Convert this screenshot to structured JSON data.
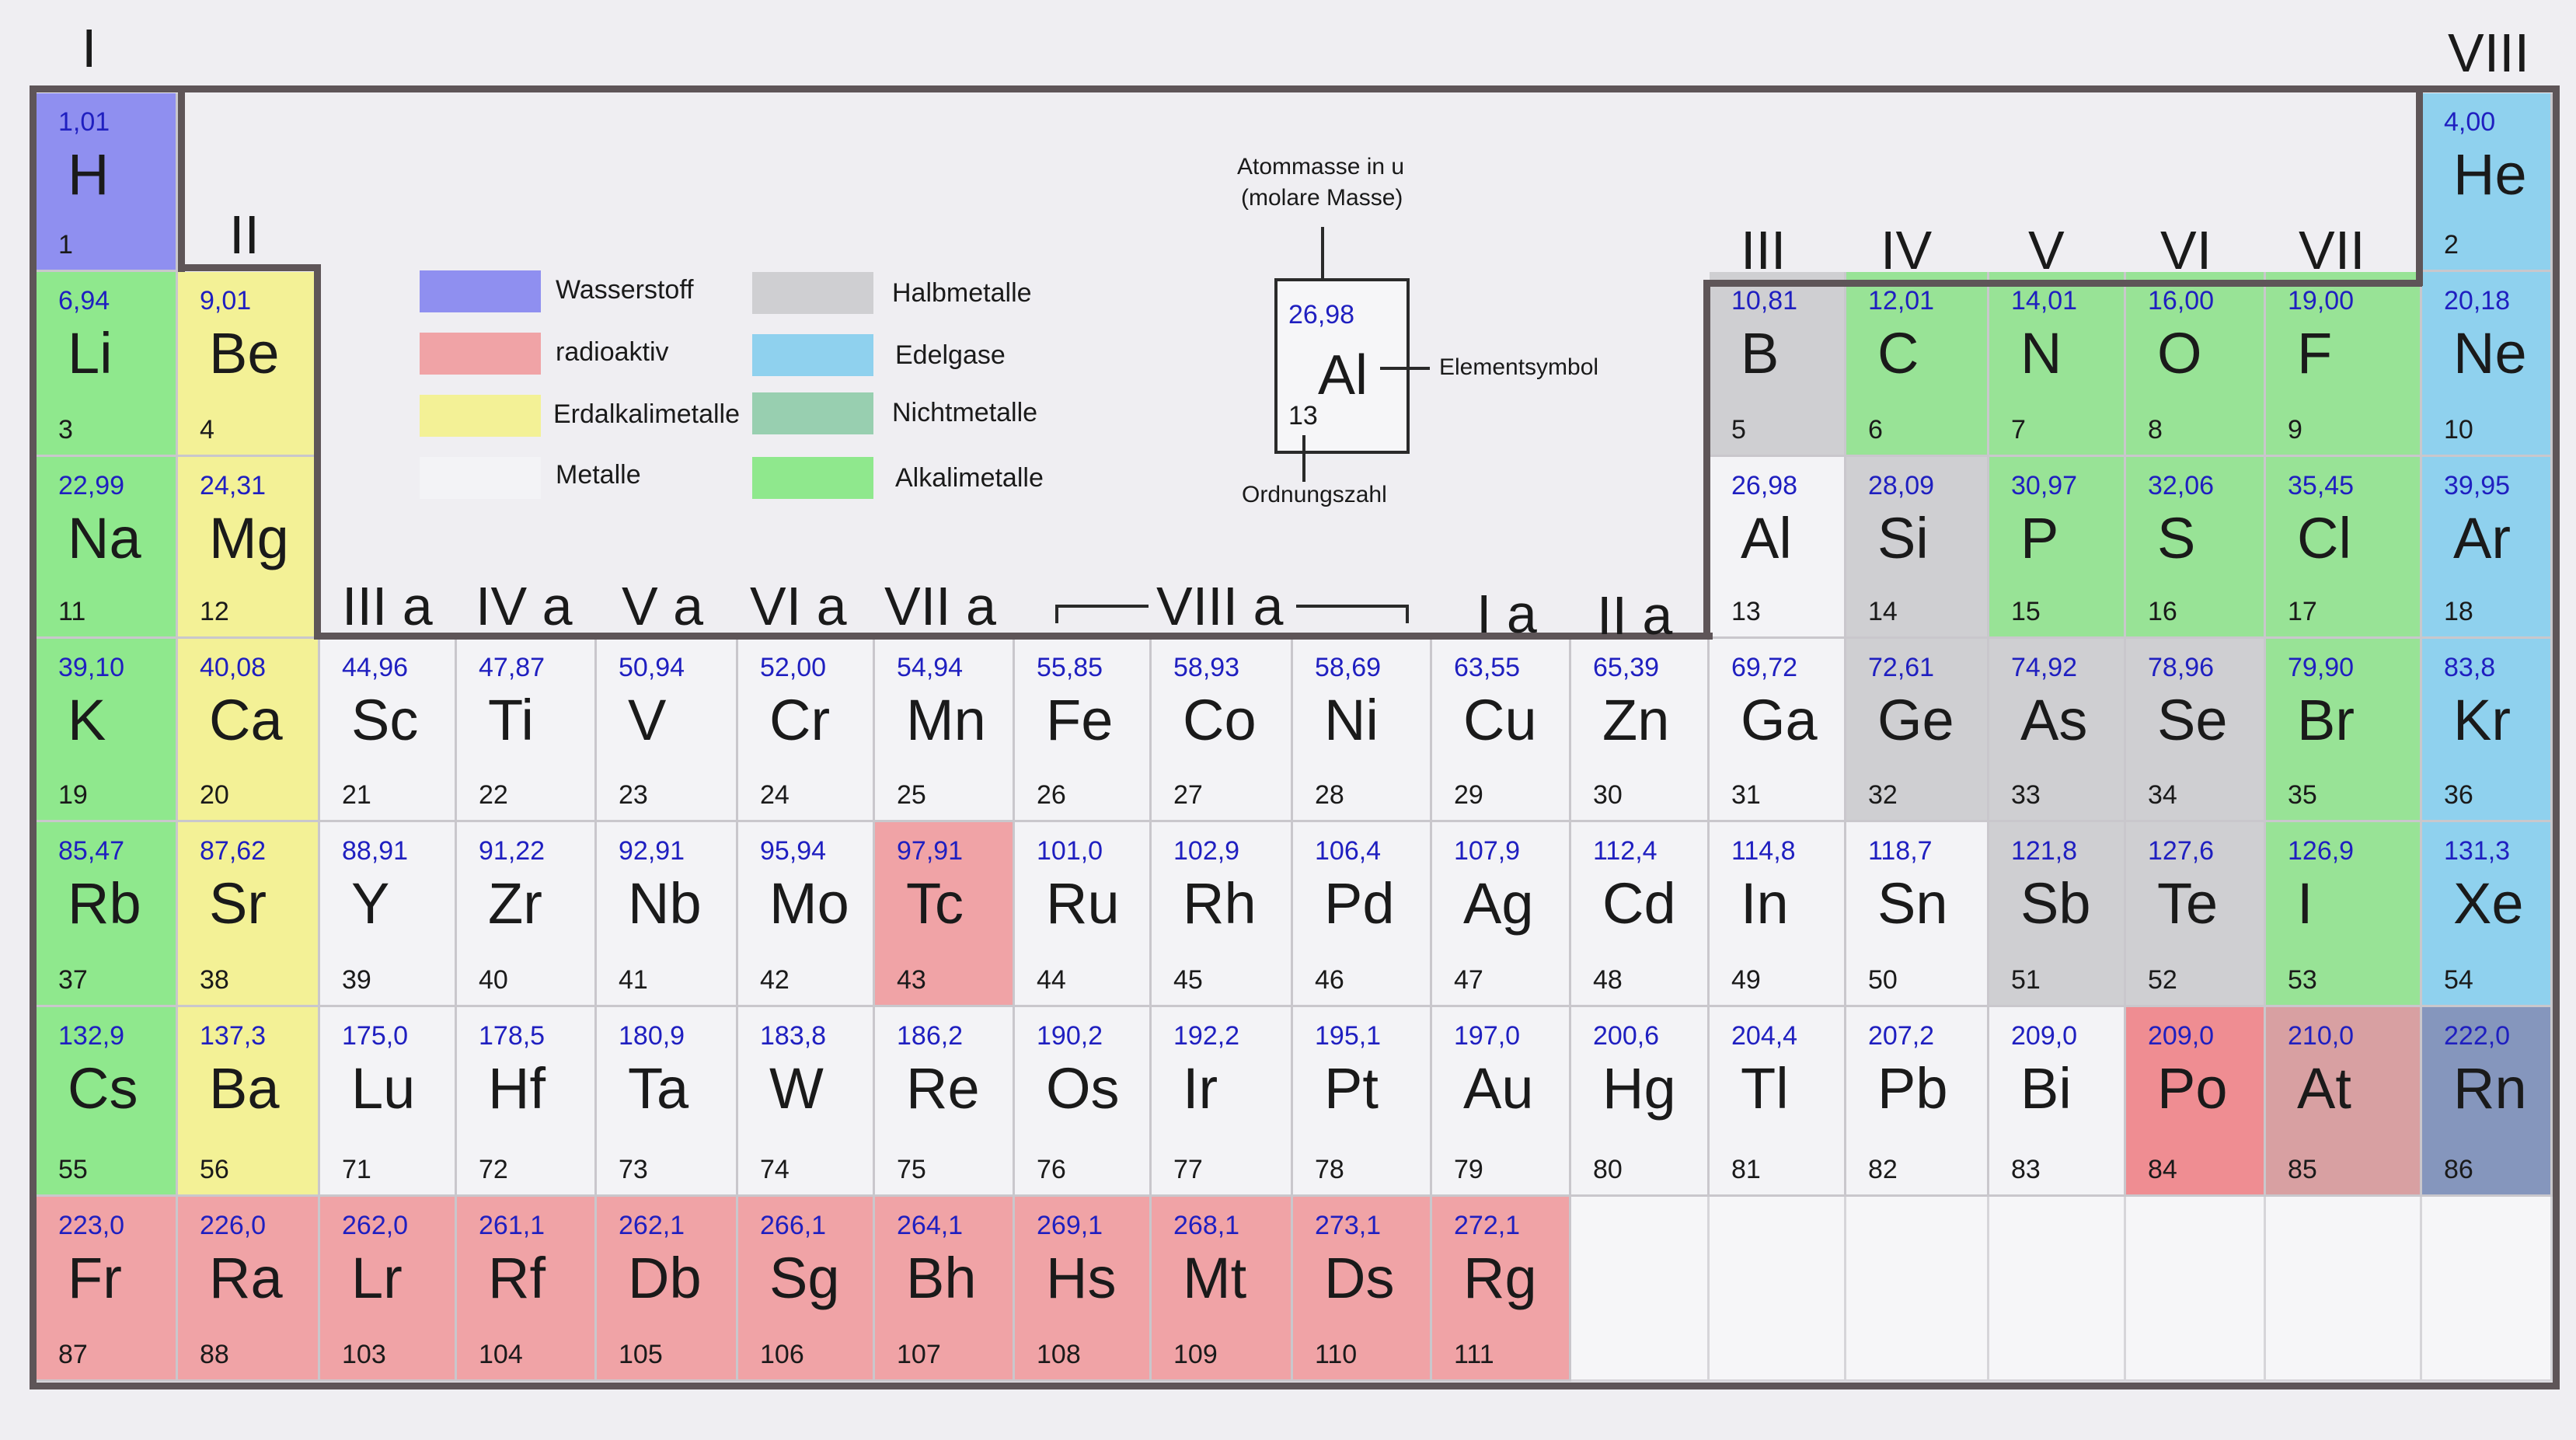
{
  "colors": {
    "Wasserstoff": "#8f8ff0",
    "radioaktiv": "#f0a3a6",
    "Erdalkalimetalle": "#f3f196",
    "Metalle": "#f3f3f6",
    "Halbmetalle": "#cfcfd2",
    "Edelgase": "#8fd1ee",
    "Nichtmetalle": "#98cfb0",
    "Alkalimetalle": "#8fe88d",
    "Nichtmetall_green": "#98e396",
    "Rn": "#8596bd",
    "At": "#d8a0a2",
    "empty": "#f6f6f8"
  },
  "group_labels": {
    "I": "I",
    "VIII": "VIII",
    "II": "II",
    "III": "III",
    "IV": "IV",
    "V": "V",
    "VI": "VI",
    "VII": "VII",
    "IIIa": "III a",
    "IVa": "IV a",
    "Va": "V a",
    "VIa": "VI a",
    "VIIa": "VII a",
    "VIIIa": "VIII a",
    "Ia": "I a",
    "IIa": "II a"
  },
  "legend": [
    {
      "label": "Wasserstoff",
      "color": "#8f8ff0"
    },
    {
      "label": "radioaktiv",
      "color": "#f0a3a6"
    },
    {
      "label": "Erdalkalimetalle",
      "color": "#f3f196"
    },
    {
      "label": "Metalle",
      "color": "#f3f3f6"
    },
    {
      "label": "Halbmetalle",
      "color": "#cfcfd2"
    },
    {
      "label": "Edelgase",
      "color": "#8fd1ee"
    },
    {
      "label": "Nichtmetalle",
      "color": "#98cfb0"
    },
    {
      "label": "Alkalimetalle",
      "color": "#8fe88d"
    }
  ],
  "key": {
    "mass_caption_1": "Atommasse in u",
    "mass_caption_2": "(molare Masse)",
    "mass": "26,98",
    "symbol": "Al",
    "number": "13",
    "symbol_caption": "Elementsymbol",
    "number_caption": "Ordnungszahl"
  },
  "elements": [
    {
      "s": "H",
      "m": "1,01",
      "n": "1",
      "c": "#8f8ff0",
      "r": 0,
      "col": 0
    },
    {
      "s": "He",
      "m": "4,00",
      "n": "2",
      "c": "#8fd1ee",
      "r": 0,
      "col": 17
    },
    {
      "s": "Li",
      "m": "6,94",
      "n": "3",
      "c": "#8fe88d",
      "r": 1,
      "col": 0
    },
    {
      "s": "Be",
      "m": "9,01",
      "n": "4",
      "c": "#f3f196",
      "r": 1,
      "col": 1
    },
    {
      "s": "B",
      "m": "10,81",
      "n": "5",
      "c": "#cfcfd2",
      "r": 1,
      "col": 12
    },
    {
      "s": "C",
      "m": "12,01",
      "n": "6",
      "c": "#98e396",
      "r": 1,
      "col": 13
    },
    {
      "s": "N",
      "m": "14,01",
      "n": "7",
      "c": "#98e396",
      "r": 1,
      "col": 14
    },
    {
      "s": "O",
      "m": "16,00",
      "n": "8",
      "c": "#98e396",
      "r": 1,
      "col": 15
    },
    {
      "s": "F",
      "m": "19,00",
      "n": "9",
      "c": "#98e396",
      "r": 1,
      "col": 16
    },
    {
      "s": "Ne",
      "m": "20,18",
      "n": "10",
      "c": "#8fd1ee",
      "r": 1,
      "col": 17
    },
    {
      "s": "Na",
      "m": "22,99",
      "n": "11",
      "c": "#8fe88d",
      "r": 2,
      "col": 0
    },
    {
      "s": "Mg",
      "m": "24,31",
      "n": "12",
      "c": "#f3f196",
      "r": 2,
      "col": 1
    },
    {
      "s": "Al",
      "m": "26,98",
      "n": "13",
      "c": "#f3f3f6",
      "r": 2,
      "col": 12
    },
    {
      "s": "Si",
      "m": "28,09",
      "n": "14",
      "c": "#cfcfd2",
      "r": 2,
      "col": 13
    },
    {
      "s": "P",
      "m": "30,97",
      "n": "15",
      "c": "#98e396",
      "r": 2,
      "col": 14
    },
    {
      "s": "S",
      "m": "32,06",
      "n": "16",
      "c": "#98e396",
      "r": 2,
      "col": 15
    },
    {
      "s": "Cl",
      "m": "35,45",
      "n": "17",
      "c": "#98e396",
      "r": 2,
      "col": 16
    },
    {
      "s": "Ar",
      "m": "39,95",
      "n": "18",
      "c": "#8fd1ee",
      "r": 2,
      "col": 17
    },
    {
      "s": "K",
      "m": "39,10",
      "n": "19",
      "c": "#8fe88d",
      "r": 3,
      "col": 0
    },
    {
      "s": "Ca",
      "m": "40,08",
      "n": "20",
      "c": "#f3f196",
      "r": 3,
      "col": 1
    },
    {
      "s": "Sc",
      "m": "44,96",
      "n": "21",
      "c": "#f3f3f6",
      "r": 3,
      "col": 2
    },
    {
      "s": "Ti",
      "m": "47,87",
      "n": "22",
      "c": "#f3f3f6",
      "r": 3,
      "col": 3
    },
    {
      "s": "V",
      "m": "50,94",
      "n": "23",
      "c": "#f3f3f6",
      "r": 3,
      "col": 4
    },
    {
      "s": "Cr",
      "m": "52,00",
      "n": "24",
      "c": "#f3f3f6",
      "r": 3,
      "col": 5
    },
    {
      "s": "Mn",
      "m": "54,94",
      "n": "25",
      "c": "#f3f3f6",
      "r": 3,
      "col": 6
    },
    {
      "s": "Fe",
      "m": "55,85",
      "n": "26",
      "c": "#f3f3f6",
      "r": 3,
      "col": 7
    },
    {
      "s": "Co",
      "m": "58,93",
      "n": "27",
      "c": "#f3f3f6",
      "r": 3,
      "col": 8
    },
    {
      "s": "Ni",
      "m": "58,69",
      "n": "28",
      "c": "#f3f3f6",
      "r": 3,
      "col": 9
    },
    {
      "s": "Cu",
      "m": "63,55",
      "n": "29",
      "c": "#f3f3f6",
      "r": 3,
      "col": 10
    },
    {
      "s": "Zn",
      "m": "65,39",
      "n": "30",
      "c": "#f3f3f6",
      "r": 3,
      "col": 11
    },
    {
      "s": "Ga",
      "m": "69,72",
      "n": "31",
      "c": "#f3f3f6",
      "r": 3,
      "col": 12
    },
    {
      "s": "Ge",
      "m": "72,61",
      "n": "32",
      "c": "#cfcfd2",
      "r": 3,
      "col": 13
    },
    {
      "s": "As",
      "m": "74,92",
      "n": "33",
      "c": "#cfcfd2",
      "r": 3,
      "col": 14
    },
    {
      "s": "Se",
      "m": "78,96",
      "n": "34",
      "c": "#cfcfd2",
      "r": 3,
      "col": 15
    },
    {
      "s": "Br",
      "m": "79,90",
      "n": "35",
      "c": "#98e396",
      "r": 3,
      "col": 16
    },
    {
      "s": "Kr",
      "m": "83,8",
      "n": "36",
      "c": "#8fd1ee",
      "r": 3,
      "col": 17
    },
    {
      "s": "Rb",
      "m": "85,47",
      "n": "37",
      "c": "#8fe88d",
      "r": 4,
      "col": 0
    },
    {
      "s": "Sr",
      "m": "87,62",
      "n": "38",
      "c": "#f3f196",
      "r": 4,
      "col": 1
    },
    {
      "s": "Y",
      "m": "88,91",
      "n": "39",
      "c": "#f3f3f6",
      "r": 4,
      "col": 2
    },
    {
      "s": "Zr",
      "m": "91,22",
      "n": "40",
      "c": "#f3f3f6",
      "r": 4,
      "col": 3
    },
    {
      "s": "Nb",
      "m": "92,91",
      "n": "41",
      "c": "#f3f3f6",
      "r": 4,
      "col": 4
    },
    {
      "s": "Mo",
      "m": "95,94",
      "n": "42",
      "c": "#f3f3f6",
      "r": 4,
      "col": 5
    },
    {
      "s": "Tc",
      "m": "97,91",
      "n": "43",
      "c": "#f0a3a6",
      "r": 4,
      "col": 6
    },
    {
      "s": "Ru",
      "m": "101,0",
      "n": "44",
      "c": "#f3f3f6",
      "r": 4,
      "col": 7
    },
    {
      "s": "Rh",
      "m": "102,9",
      "n": "45",
      "c": "#f3f3f6",
      "r": 4,
      "col": 8
    },
    {
      "s": "Pd",
      "m": "106,4",
      "n": "46",
      "c": "#f3f3f6",
      "r": 4,
      "col": 9
    },
    {
      "s": "Ag",
      "m": "107,9",
      "n": "47",
      "c": "#f3f3f6",
      "r": 4,
      "col": 10
    },
    {
      "s": "Cd",
      "m": "112,4",
      "n": "48",
      "c": "#f3f3f6",
      "r": 4,
      "col": 11
    },
    {
      "s": "In",
      "m": "114,8",
      "n": "49",
      "c": "#f3f3f6",
      "r": 4,
      "col": 12
    },
    {
      "s": "Sn",
      "m": "118,7",
      "n": "50",
      "c": "#f3f3f6",
      "r": 4,
      "col": 13
    },
    {
      "s": "Sb",
      "m": "121,8",
      "n": "51",
      "c": "#cfcfd2",
      "r": 4,
      "col": 14
    },
    {
      "s": "Te",
      "m": "127,6",
      "n": "52",
      "c": "#cfcfd2",
      "r": 4,
      "col": 15
    },
    {
      "s": "I",
      "m": "126,9",
      "n": "53",
      "c": "#98e396",
      "r": 4,
      "col": 16
    },
    {
      "s": "Xe",
      "m": "131,3",
      "n": "54",
      "c": "#8fd1ee",
      "r": 4,
      "col": 17
    },
    {
      "s": "Cs",
      "m": "132,9",
      "n": "55",
      "c": "#8fe88d",
      "r": 5,
      "col": 0
    },
    {
      "s": "Ba",
      "m": "137,3",
      "n": "56",
      "c": "#f3f196",
      "r": 5,
      "col": 1
    },
    {
      "s": "Lu",
      "m": "175,0",
      "n": "71",
      "c": "#f3f3f6",
      "r": 5,
      "col": 2
    },
    {
      "s": "Hf",
      "m": "178,5",
      "n": "72",
      "c": "#f3f3f6",
      "r": 5,
      "col": 3
    },
    {
      "s": "Ta",
      "m": "180,9",
      "n": "73",
      "c": "#f3f3f6",
      "r": 5,
      "col": 4
    },
    {
      "s": "W",
      "m": "183,8",
      "n": "74",
      "c": "#f3f3f6",
      "r": 5,
      "col": 5
    },
    {
      "s": "Re",
      "m": "186,2",
      "n": "75",
      "c": "#f3f3f6",
      "r": 5,
      "col": 6
    },
    {
      "s": "Os",
      "m": "190,2",
      "n": "76",
      "c": "#f3f3f6",
      "r": 5,
      "col": 7
    },
    {
      "s": "Ir",
      "m": "192,2",
      "n": "77",
      "c": "#f3f3f6",
      "r": 5,
      "col": 8
    },
    {
      "s": "Pt",
      "m": "195,1",
      "n": "78",
      "c": "#f3f3f6",
      "r": 5,
      "col": 9
    },
    {
      "s": "Au",
      "m": "197,0",
      "n": "79",
      "c": "#f3f3f6",
      "r": 5,
      "col": 10
    },
    {
      "s": "Hg",
      "m": "200,6",
      "n": "80",
      "c": "#f3f3f6",
      "r": 5,
      "col": 11
    },
    {
      "s": "Tl",
      "m": "204,4",
      "n": "81",
      "c": "#f3f3f6",
      "r": 5,
      "col": 12
    },
    {
      "s": "Pb",
      "m": "207,2",
      "n": "82",
      "c": "#f3f3f6",
      "r": 5,
      "col": 13
    },
    {
      "s": "Bi",
      "m": "209,0",
      "n": "83",
      "c": "#f3f3f6",
      "r": 5,
      "col": 14
    },
    {
      "s": "Po",
      "m": "209,0",
      "n": "84",
      "c": "#ef8d92",
      "r": 5,
      "col": 15
    },
    {
      "s": "At",
      "m": "210,0",
      "n": "85",
      "c": "#d8a0a2",
      "r": 5,
      "col": 16
    },
    {
      "s": "Rn",
      "m": "222,0",
      "n": "86",
      "c": "#8596bd",
      "r": 5,
      "col": 17
    },
    {
      "s": "Fr",
      "m": "223,0",
      "n": "87",
      "c": "#f0a3a6",
      "r": 6,
      "col": 0
    },
    {
      "s": "Ra",
      "m": "226,0",
      "n": "88",
      "c": "#f0a3a6",
      "r": 6,
      "col": 1
    },
    {
      "s": "Lr",
      "m": "262,0",
      "n": "103",
      "c": "#f0a3a6",
      "r": 6,
      "col": 2
    },
    {
      "s": "Rf",
      "m": "261,1",
      "n": "104",
      "c": "#f0a3a6",
      "r": 6,
      "col": 3
    },
    {
      "s": "Db",
      "m": "262,1",
      "n": "105",
      "c": "#f0a3a6",
      "r": 6,
      "col": 4
    },
    {
      "s": "Sg",
      "m": "266,1",
      "n": "106",
      "c": "#f0a3a6",
      "r": 6,
      "col": 5
    },
    {
      "s": "Bh",
      "m": "264,1",
      "n": "107",
      "c": "#f0a3a6",
      "r": 6,
      "col": 6
    },
    {
      "s": "Hs",
      "m": "269,1",
      "n": "108",
      "c": "#f0a3a6",
      "r": 6,
      "col": 7
    },
    {
      "s": "Mt",
      "m": "268,1",
      "n": "109",
      "c": "#f0a3a6",
      "r": 6,
      "col": 8
    },
    {
      "s": "Ds",
      "m": "273,1",
      "n": "110",
      "c": "#f0a3a6",
      "r": 6,
      "col": 9
    },
    {
      "s": "Rg",
      "m": "272,1",
      "n": "111",
      "c": "#f0a3a6",
      "r": 6,
      "col": 10
    }
  ]
}
